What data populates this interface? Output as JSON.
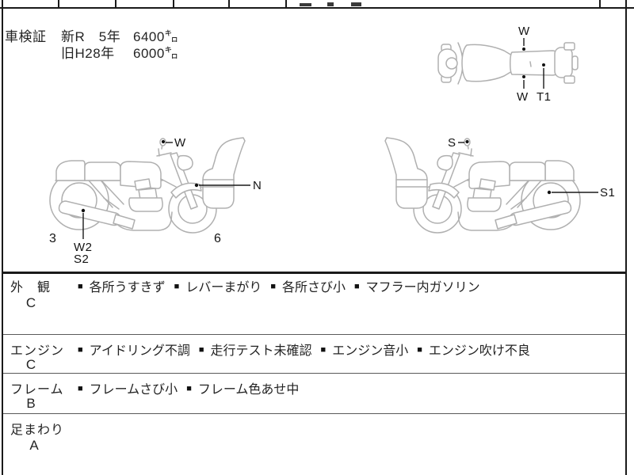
{
  "sheet": {
    "shaken": {
      "label": "車検証",
      "rows": [
        {
          "col1": "新R　5年",
          "col2": "6400㌔"
        },
        {
          "col1": "旧H28年",
          "col2": "6000㌔"
        }
      ]
    },
    "diagram": {
      "top_view": {
        "w_top": "W",
        "w_bottom": "W",
        "t1": "T1"
      },
      "left_view": {
        "w": "W",
        "n": "N",
        "w2": "W2",
        "s2": "S2",
        "pos_rear": "3",
        "pos_front": "6"
      },
      "right_view": {
        "s": "S",
        "s1": "S1"
      }
    },
    "sections": [
      {
        "name": "外　観",
        "grade": "C",
        "items": [
          "各所うすきず",
          "レバーまがり",
          "各所さび小",
          "マフラー内ガソリン"
        ]
      },
      {
        "name": "エンジン",
        "grade": "C",
        "items": [
          "アイドリング不調",
          "走行テスト未確認",
          "エンジン音小",
          "エンジン吹け不良"
        ]
      },
      {
        "name": "フレーム",
        "grade": "B",
        "items": [
          "フレームさび小",
          "フレーム色あせ中"
        ]
      },
      {
        "name": "足まわり",
        "grade": "A",
        "items": []
      }
    ],
    "ui": {
      "bullet": "■"
    },
    "colors": {
      "ink": "#1a1a1a",
      "line_art": "#b0b0b0"
    }
  }
}
